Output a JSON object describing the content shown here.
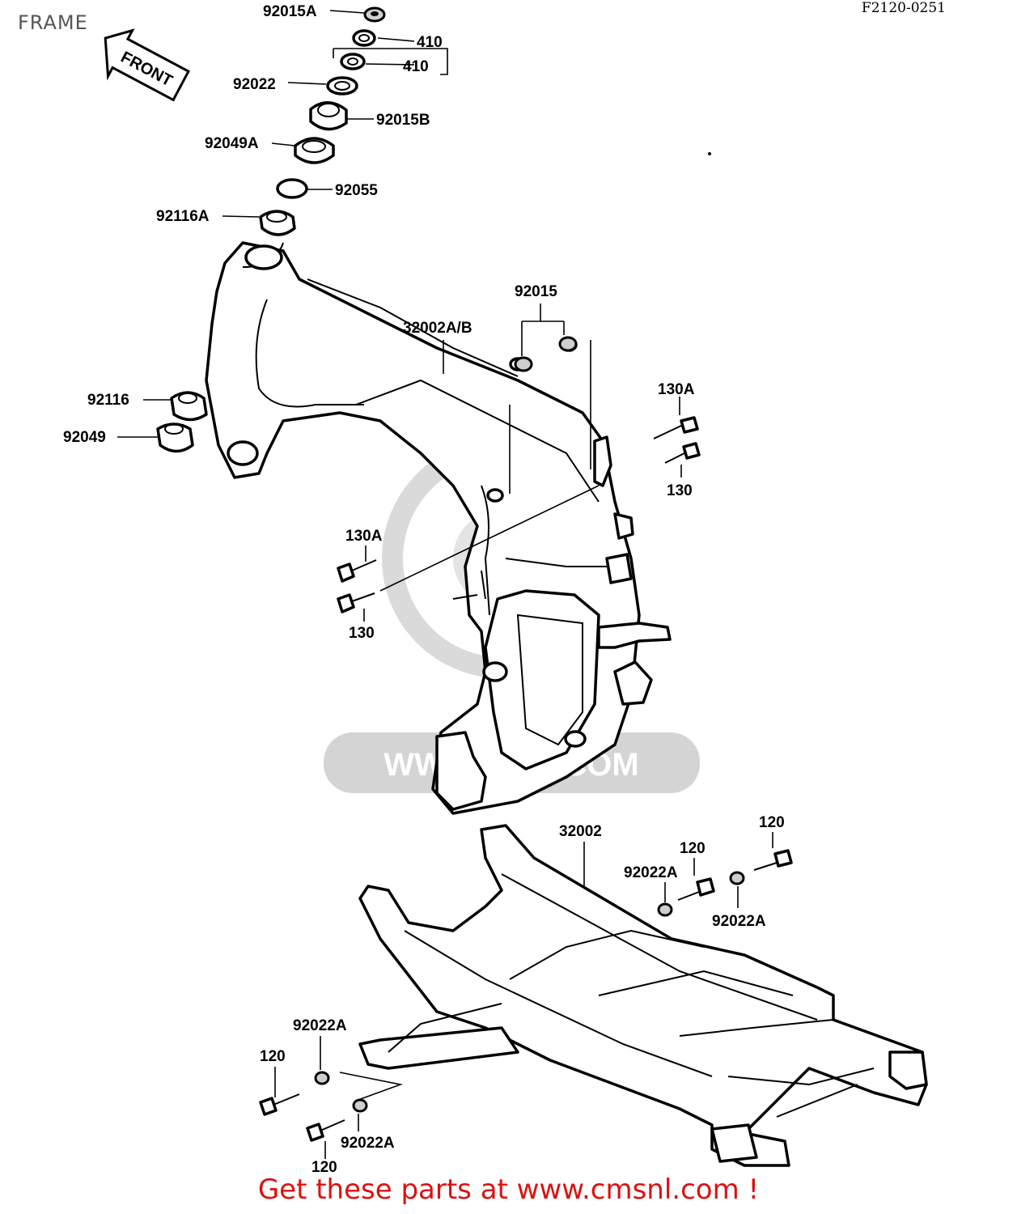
{
  "page": {
    "title": "FRAME",
    "code": "F2120-0251",
    "promo": "Get these parts at www.cmsnl.com !"
  },
  "direction_arrow": "FRONT",
  "watermark": "WWW.CMS.COM",
  "callouts": {
    "p92015A": "92015A",
    "p410a": "410",
    "p410b": "410",
    "p92022": "92022",
    "p92015B": "92015B",
    "p92049A": "92049A",
    "p92055": "92055",
    "p92116A": "92116A",
    "p92015": "92015",
    "p32002AB": "32002A/B",
    "p92116": "92116",
    "p92049": "92049",
    "p130A_r": "130A",
    "p130_r": "130",
    "p130A_l": "130A",
    "p130_l": "130",
    "p32002": "32002",
    "p120_a": "120",
    "p120_b": "120",
    "p92022A_a": "92022A",
    "p92022A_b": "92022A",
    "p92022A_c": "92022A",
    "p120_c": "120",
    "p92022A_d": "92022A",
    "p120_d": "120"
  },
  "colors": {
    "promo": "#dd1111",
    "label": "#555555",
    "watermark": "#d0d0d0"
  }
}
